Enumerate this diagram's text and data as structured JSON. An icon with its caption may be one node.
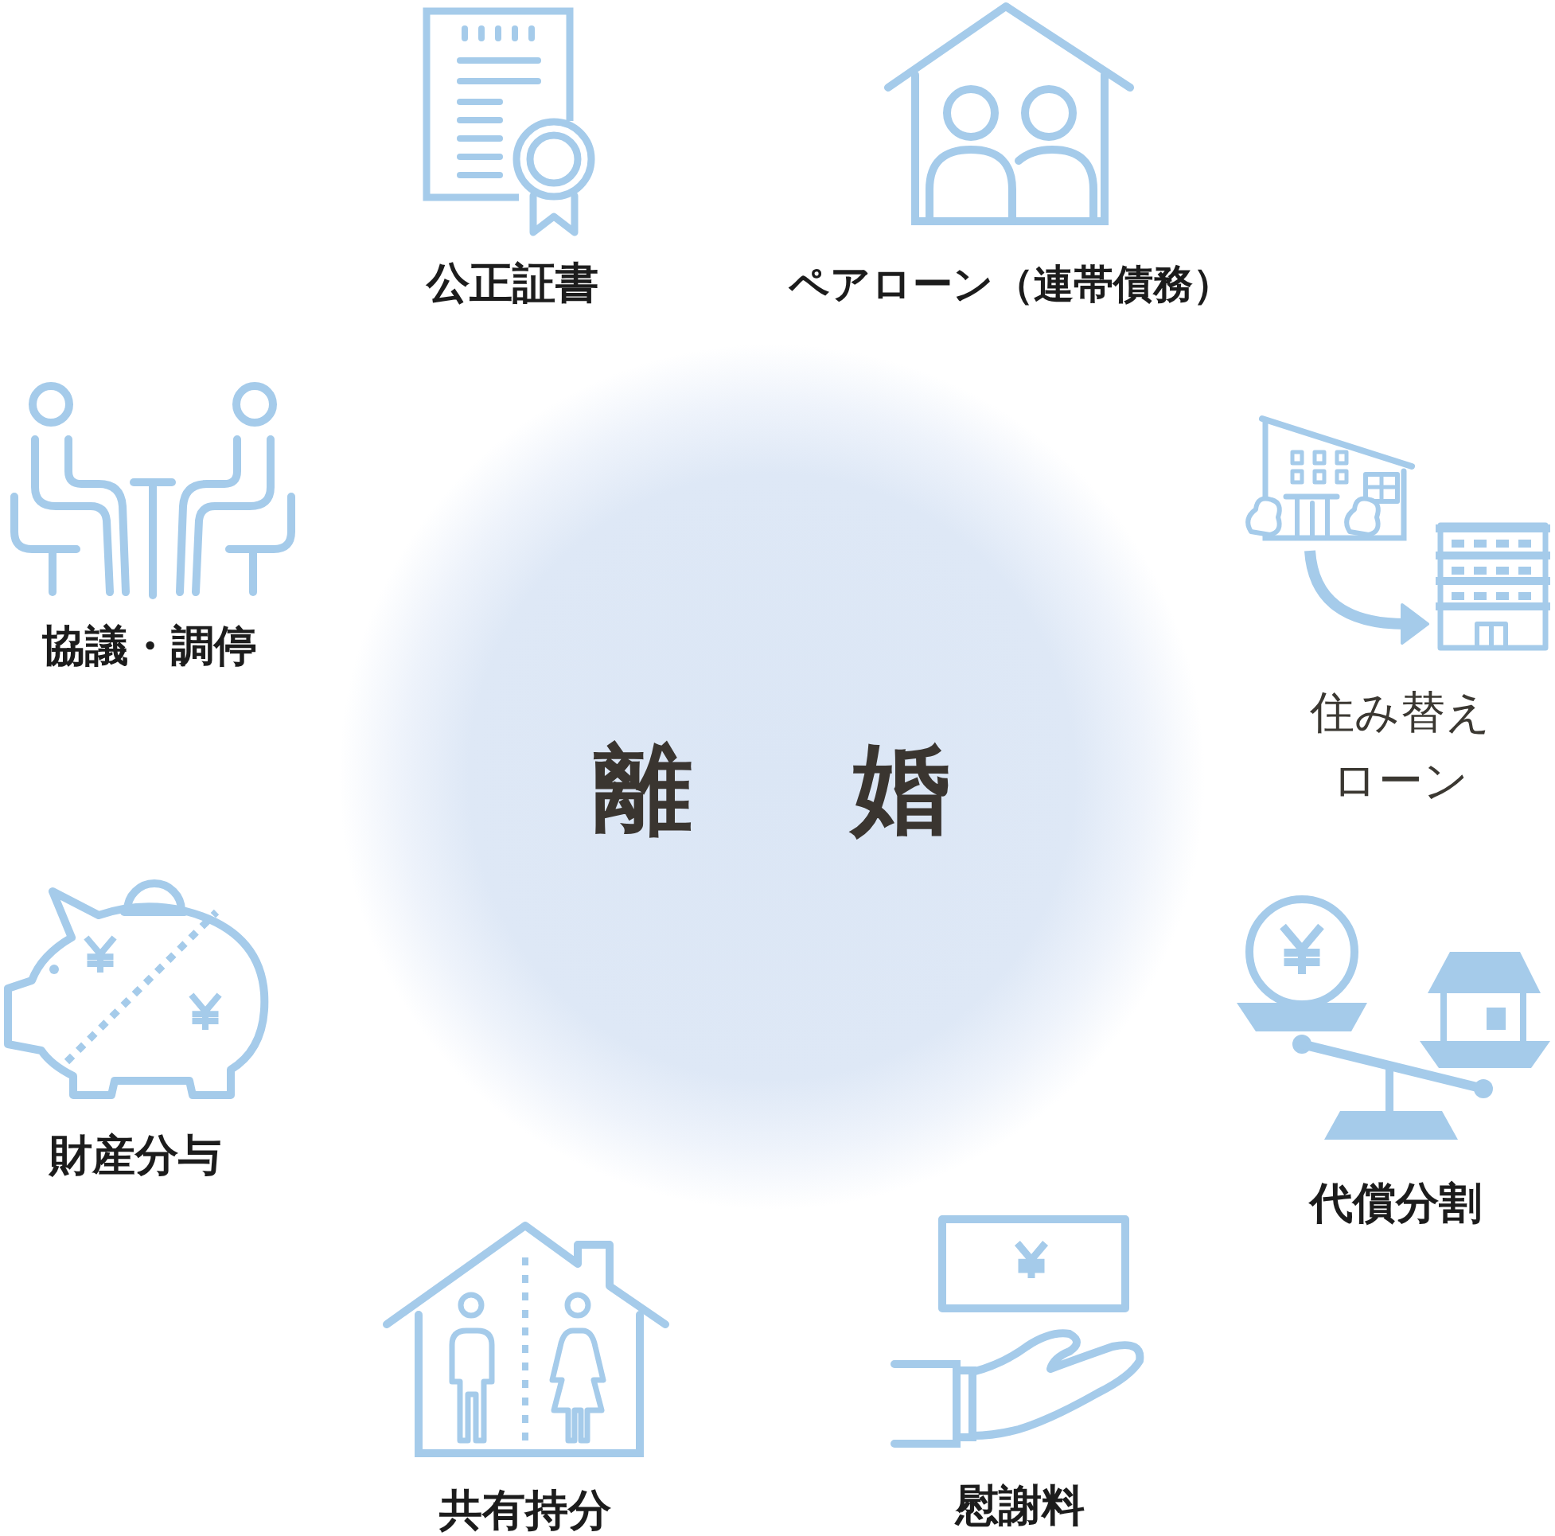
{
  "diagram": {
    "nodes": [
      {
        "text": [
          "離　婚"
        ]
      }
    ],
    "labels": [
      "公正証書",
      "ペアローン（連帯債務）",
      "協議・調停",
      "住み替えローン",
      "財産分与",
      "代償分割",
      "共有持分",
      "慰謝料"
    ]
  }
}
